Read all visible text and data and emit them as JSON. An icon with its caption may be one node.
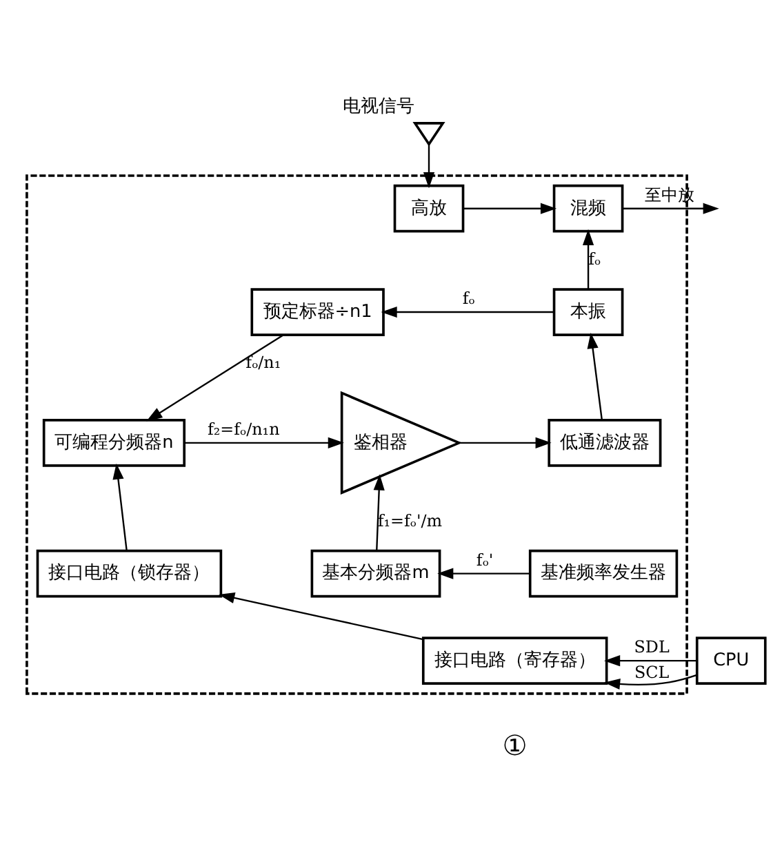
{
  "diagram": {
    "nodes": [
      {
        "text": [],
        "shape": "antenna",
        "beside": [
          "电视信号"
        ]
      },
      {
        "text": [],
        "shape": "box"
      },
      {
        "text": [
          "高放"
        ],
        "in": 1
      },
      {
        "text": [
          "混频"
        ],
        "in": 1
      },
      {
        "text": [
          "预定标器÷n1"
        ],
        "in": 1
      },
      {
        "text": [
          "本振"
        ],
        "in": 1
      },
      {
        "text": [
          "可编程分频器n"
        ],
        "in": 1
      },
      {
        "text": [
          "鉴相器"
        ],
        "in": 1
      },
      {
        "text": [
          "低通滤波器"
        ],
        "in": 1
      },
      {
        "text": [
          "接口电路（锁存器）"
        ],
        "in": 1
      },
      {
        "text": [
          "基本分频器m"
        ],
        "in": 1
      },
      {
        "text": [
          "基准频率发生器"
        ],
        "in": 1
      },
      {
        "text": [
          "接口电路（寄存器）"
        ],
        "in": 1
      },
      {
        "text": [
          "CPU"
        ]
      }
    ],
    "edges": [
      {
        "from": 0,
        "to": 2,
        "arrow": "to"
      },
      {
        "from": 2,
        "to": 3,
        "arrow": "to"
      },
      {
        "from": 3,
        "to": null,
        "arrow": "to",
        "label": "至中放"
      },
      {
        "from": 5,
        "to": 3,
        "arrow": "to",
        "label": "fₒ"
      },
      {
        "from": 5,
        "to": 4,
        "arrow": "to",
        "label": "fₒ"
      },
      {
        "from": 4,
        "to": 6,
        "arrow": "to",
        "label": "fₒ/n₁"
      },
      {
        "from": 6,
        "to": 7,
        "arrow": "to",
        "label": "f₂=fₒ/n₁n"
      },
      {
        "from": 7,
        "to": 8,
        "arrow": "to"
      },
      {
        "from": 8,
        "to": 5,
        "arrow": "to"
      },
      {
        "from": 10,
        "to": 7,
        "arrow": "to",
        "label": "f₁=fₒ'/m"
      },
      {
        "from": 11,
        "to": 10,
        "arrow": "to",
        "label": "fₒ'"
      },
      {
        "from": 9,
        "to": 6,
        "arrow": "to"
      },
      {
        "from": 12,
        "to": 9,
        "arrow": "to"
      },
      {
        "from": 13,
        "to": 12,
        "arrow": "to",
        "label": "SCL"
      },
      {
        "from": 13,
        "to": 12,
        "arrow": "to",
        "label": "SDL"
      }
    ],
    "labels": [
      "①"
    ]
  }
}
